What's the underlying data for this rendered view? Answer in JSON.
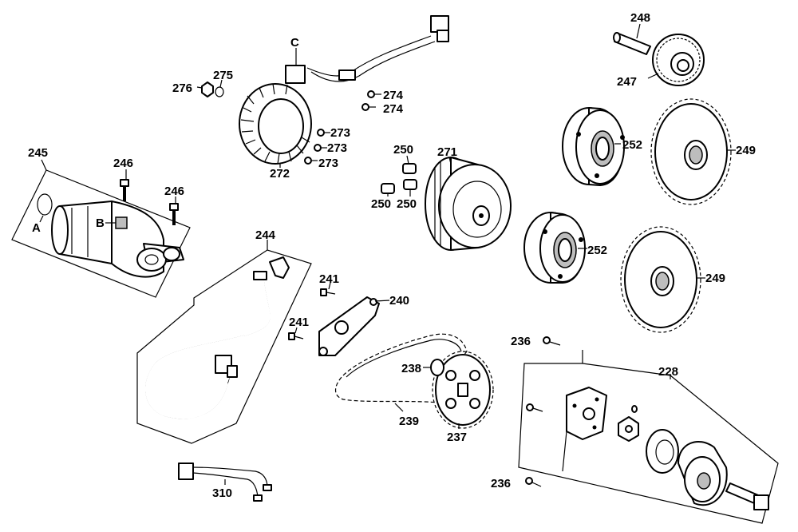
{
  "labels": {
    "l245": "245",
    "l246a": "246",
    "l246b": "246",
    "lA": "A",
    "lB": "B",
    "lC": "C",
    "l276": "276",
    "l275": "275",
    "l272": "272",
    "l273a": "273",
    "l273b": "273",
    "l273c": "273",
    "l274a": "274",
    "l274b": "274",
    "l250a": "250",
    "l250b": "250",
    "l250c": "250",
    "l271": "271",
    "l248": "248",
    "l247": "247",
    "l252a": "252",
    "l252b": "252",
    "l249a": "249",
    "l249b": "249",
    "l244": "244",
    "l241a": "241",
    "l241b": "241",
    "l240": "240",
    "l238": "238",
    "l239": "239",
    "l237": "237",
    "l236a": "236",
    "l236b": "236",
    "l228": "228",
    "l310": "310"
  }
}
